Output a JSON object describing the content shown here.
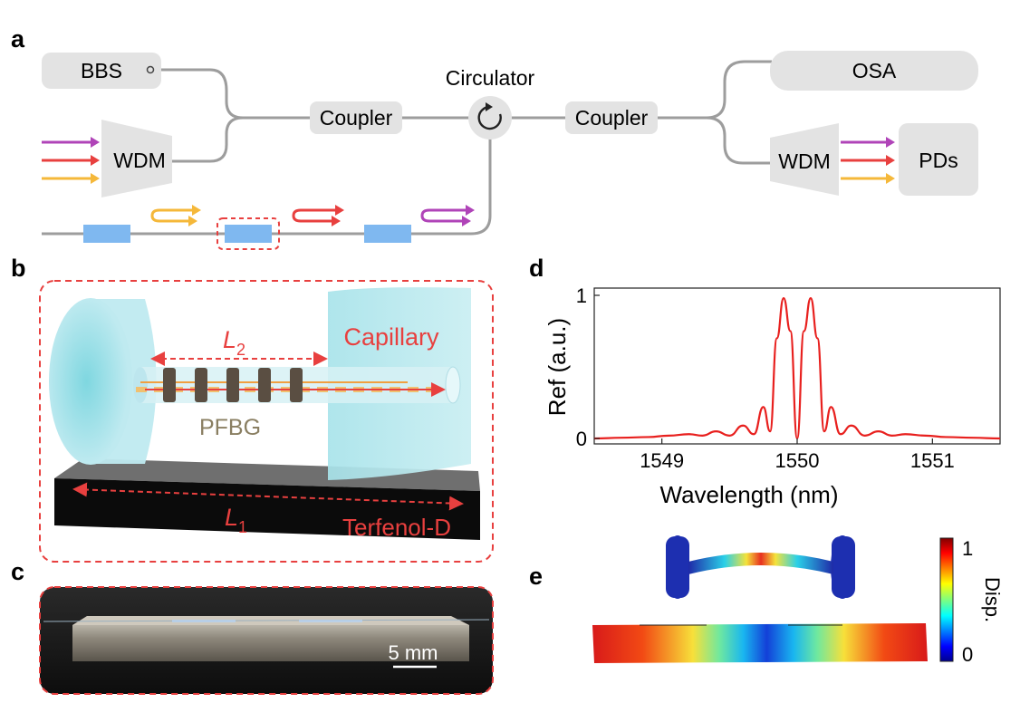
{
  "panels": {
    "a": "a",
    "b": "b",
    "c": "c",
    "d": "d",
    "e": "e"
  },
  "schematic": {
    "bbs": "BBS",
    "wdm_in": "WDM",
    "coupler_left": "Coupler",
    "circulator": "Circulator",
    "coupler_right": "Coupler",
    "osa": "OSA",
    "wdm_out": "WDM",
    "pds": "PDs"
  },
  "sensor": {
    "l2": "L",
    "l2_sub": "2",
    "capillary": "Capillary",
    "pfbg": "PFBG",
    "l1": "L",
    "l1_sub": "1",
    "terfenol": "Terfenol-D"
  },
  "photo": {
    "scale": "5 mm"
  },
  "colorbar": {
    "label": "Disp.",
    "max": "1",
    "min": "0"
  },
  "colors": {
    "gray_box": "#e3e3e3",
    "fiber": "#9d9d9d",
    "red": "#e8403f",
    "purple": "#b044b8",
    "yellow": "#f5b83a",
    "fbg_blue": "#7fb8f0"
  },
  "chart_data": {
    "type": "line",
    "title": "",
    "xlabel": "Wavelength (nm)",
    "ylabel": "Ref (a.u.)",
    "xlim": [
      1548.5,
      1551.5
    ],
    "ylim": [
      0,
      1
    ],
    "xticks": [
      1549,
      1550,
      1551
    ],
    "yticks": [
      0,
      1
    ],
    "grid": false,
    "series": [
      {
        "color": "#e8201e",
        "x": [
          1548.5,
          1548.7,
          1548.9,
          1549.05,
          1549.2,
          1549.3,
          1549.4,
          1549.5,
          1549.6,
          1549.68,
          1549.75,
          1549.8,
          1549.85,
          1549.9,
          1549.95,
          1550.0,
          1550.05,
          1550.1,
          1550.15,
          1550.2,
          1550.25,
          1550.32,
          1550.4,
          1550.5,
          1550.6,
          1550.7,
          1550.8,
          1550.95,
          1551.1,
          1551.3,
          1551.5
        ],
        "y": [
          0.0,
          0.005,
          0.01,
          0.02,
          0.03,
          0.02,
          0.05,
          0.02,
          0.09,
          0.03,
          0.22,
          0.05,
          0.7,
          0.98,
          0.75,
          0.0,
          0.75,
          0.98,
          0.7,
          0.05,
          0.22,
          0.03,
          0.09,
          0.02,
          0.05,
          0.02,
          0.03,
          0.02,
          0.01,
          0.005,
          0.0
        ]
      }
    ]
  }
}
